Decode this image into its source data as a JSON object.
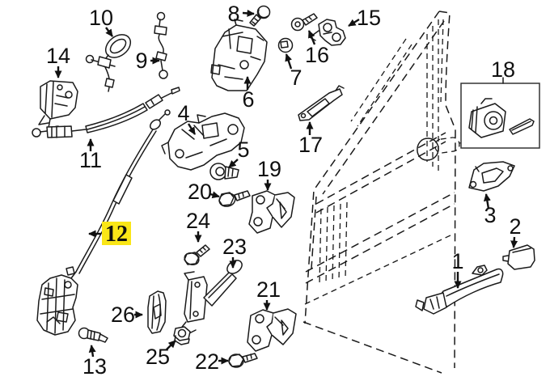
{
  "diagram": {
    "type": "exploded-parts-diagram",
    "subject": "front-door-lock-and-hardware",
    "background_color": "#ffffff",
    "line_color": "#1a1a1a",
    "highlight_color": "#fae617",
    "highlighted_part": "12",
    "boxed_part": "18"
  },
  "callouts": {
    "1": {
      "label": "1"
    },
    "2": {
      "label": "2"
    },
    "3": {
      "label": "3"
    },
    "4": {
      "label": "4"
    },
    "5": {
      "label": "5"
    },
    "6": {
      "label": "6"
    },
    "7": {
      "label": "7"
    },
    "8": {
      "label": "8"
    },
    "9": {
      "label": "9"
    },
    "10": {
      "label": "10"
    },
    "11": {
      "label": "11"
    },
    "12": {
      "label": "12"
    },
    "13": {
      "label": "13"
    },
    "14": {
      "label": "14"
    },
    "15": {
      "label": "15"
    },
    "16": {
      "label": "16"
    },
    "17": {
      "label": "17"
    },
    "18": {
      "label": "18"
    },
    "19": {
      "label": "19"
    },
    "20": {
      "label": "20"
    },
    "21": {
      "label": "21"
    },
    "22": {
      "label": "22"
    },
    "23": {
      "label": "23"
    },
    "24": {
      "label": "24"
    },
    "25": {
      "label": "25"
    },
    "26": {
      "label": "26"
    }
  }
}
